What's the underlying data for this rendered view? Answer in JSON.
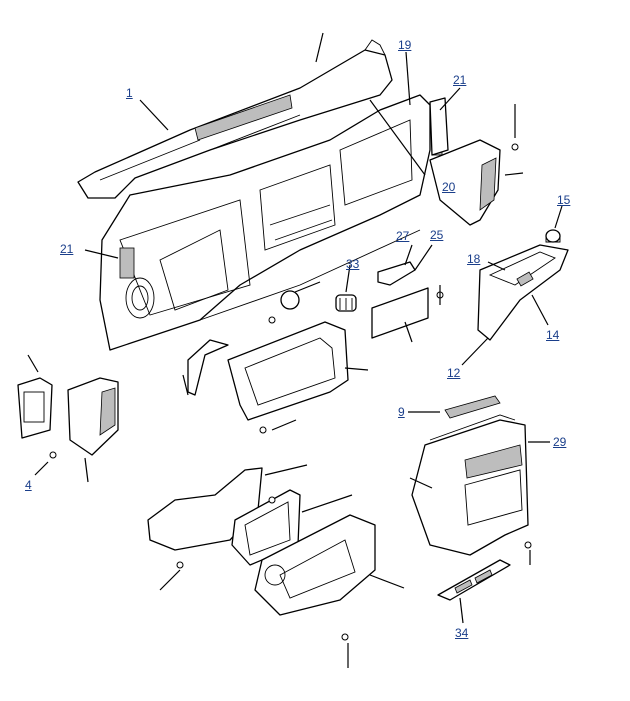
{
  "callouts": [
    {
      "id": "1",
      "label": "1"
    },
    {
      "id": "19",
      "label": "19"
    },
    {
      "id": "21a",
      "label": "21"
    },
    {
      "id": "21b",
      "label": "21"
    },
    {
      "id": "20",
      "label": "20"
    },
    {
      "id": "15",
      "label": "15"
    },
    {
      "id": "27",
      "label": "27"
    },
    {
      "id": "25",
      "label": "25"
    },
    {
      "id": "33",
      "label": "33"
    },
    {
      "id": "18",
      "label": "18"
    },
    {
      "id": "14",
      "label": "14"
    },
    {
      "id": "12",
      "label": "12"
    },
    {
      "id": "9",
      "label": "9"
    },
    {
      "id": "29",
      "label": "29"
    },
    {
      "id": "4",
      "label": "4"
    },
    {
      "id": "34",
      "label": "34"
    }
  ],
  "colors": {
    "line": "#000000",
    "callout": "#1a3e8a",
    "background": "#ffffff"
  }
}
